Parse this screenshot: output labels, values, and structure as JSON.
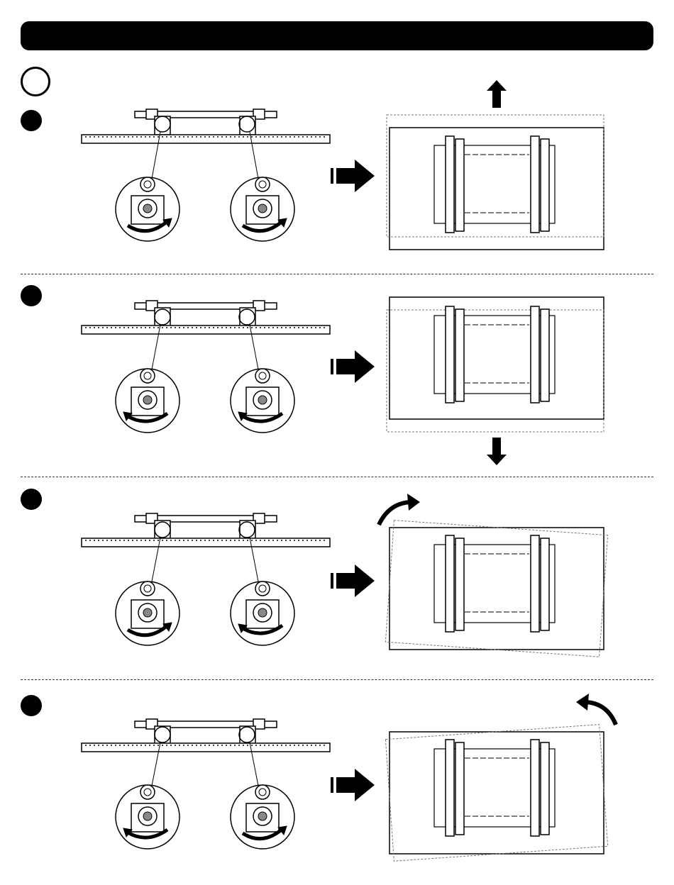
{
  "header": {
    "title": ""
  },
  "step": {
    "label": ""
  },
  "sections": [
    {
      "id": "raise"
    },
    {
      "id": "lower"
    },
    {
      "id": "tilt-clockwise"
    },
    {
      "id": "tilt-counterclockwise"
    }
  ]
}
